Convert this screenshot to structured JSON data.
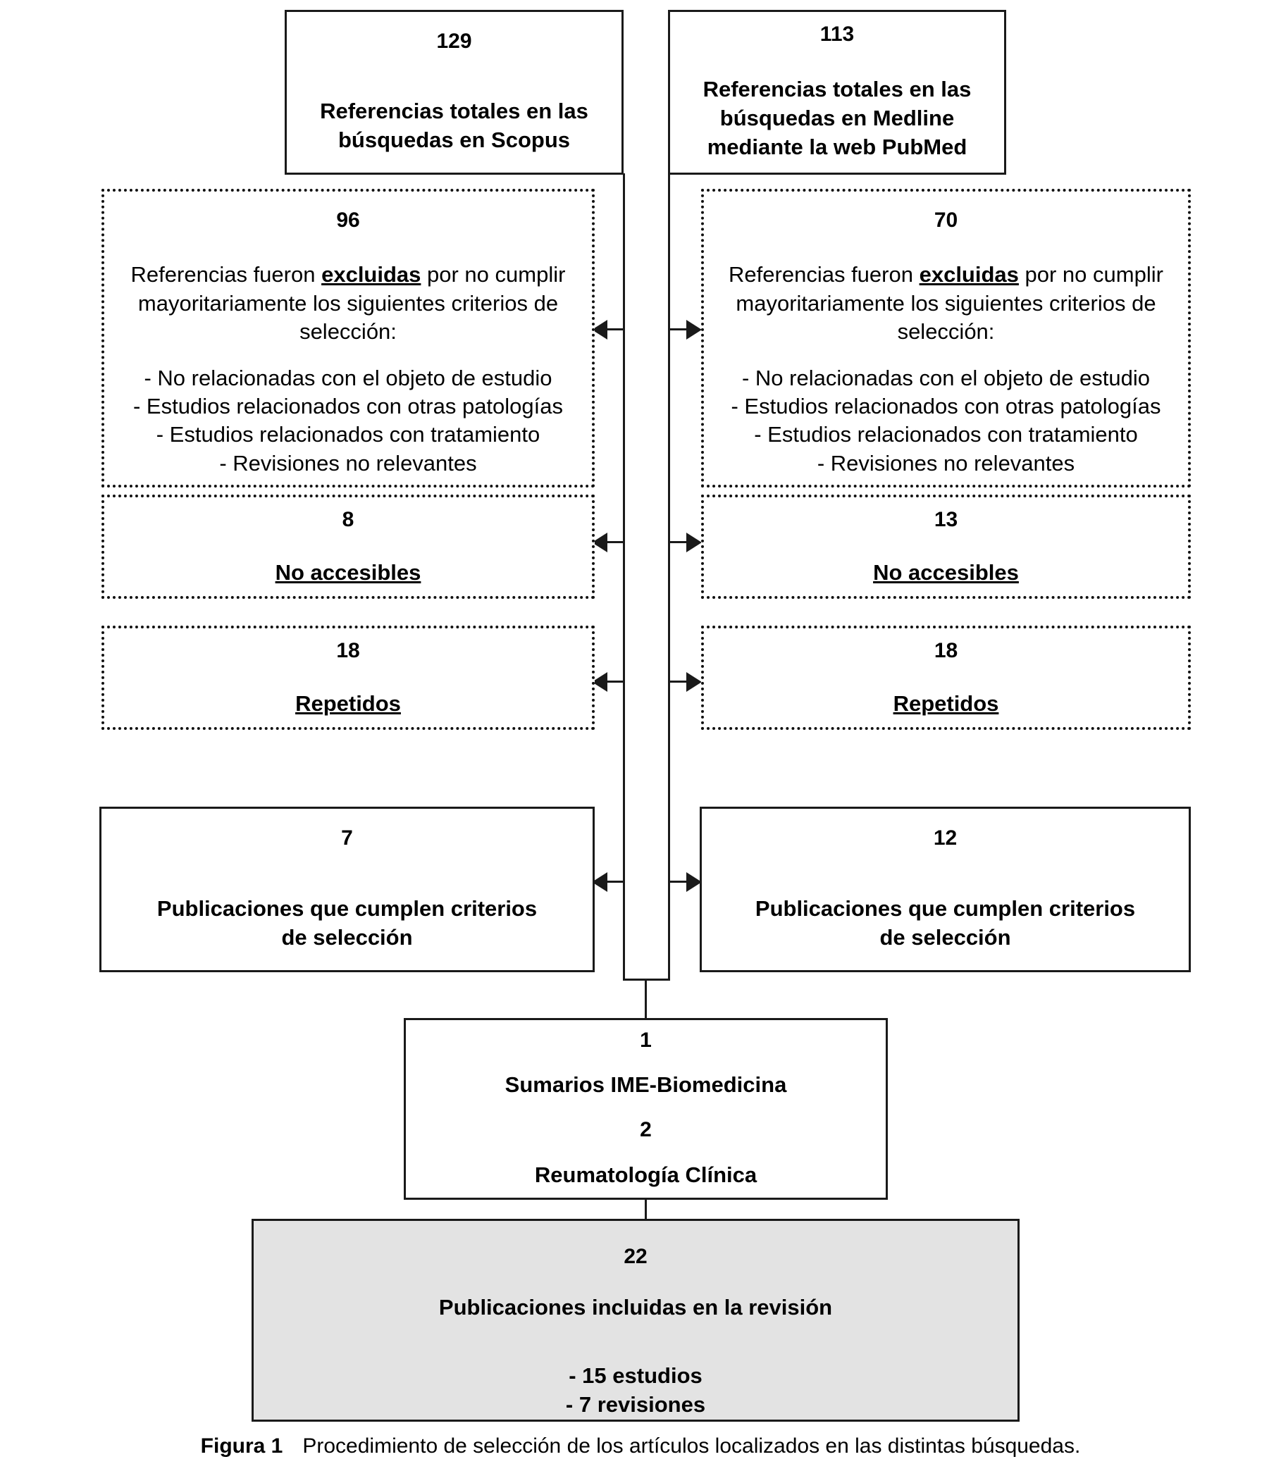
{
  "figure": {
    "label": "Figura 1",
    "caption": "Procedimiento de selección de los artículos localizados en las distintas búsquedas."
  },
  "colors": {
    "line": "#1a1a1a",
    "shaded_fill": "#e3e3e3",
    "page_background": "#ffffff"
  },
  "flow": {
    "sources": [
      {
        "id": "scopus",
        "count": "129",
        "title_line1": "Referencias totales en las",
        "title_line2": "búsquedas en Scopus"
      },
      {
        "id": "pubmed",
        "count": "113",
        "title_line1": "Referencias totales en  las",
        "title_line2": "búsquedas en Medline",
        "title_line3": "mediante la web PubMed"
      }
    ],
    "excluded": {
      "left": {
        "count": "96",
        "text_line1": "Referencias fueron ",
        "text_emph": "excluidas",
        "text_line1_tail": " por no cumplir",
        "text_line2": "mayoritariamente los siguientes criterios de",
        "text_line3": "selección:",
        "criteria": [
          "- No relacionadas con el objeto de estudio",
          "- Estudios relacionados con otras patologías",
          "- Estudios relacionados con tratamiento",
          "- Revisiones no relevantes"
        ]
      },
      "right": {
        "count": "70",
        "text_line1": "Referencias fueron ",
        "text_emph": "excluidas",
        "text_line1_tail": " por no cumplir",
        "text_line2": "mayoritariamente los siguientes criterios de",
        "text_line3": "selección:",
        "criteria": [
          "- No relacionadas con el objeto de estudio",
          "- Estudios relacionados con otras patologías",
          "- Estudios relacionados con tratamiento",
          "- Revisiones no relevantes"
        ]
      }
    },
    "not_accessible": {
      "left": {
        "count": "8",
        "label": "No accesibles"
      },
      "right": {
        "count": "13",
        "label": "No accesibles"
      }
    },
    "duplicates": {
      "left": {
        "count": "18",
        "label": "Repetidos"
      },
      "right": {
        "count": "18",
        "label": "Repetidos"
      }
    },
    "meeting_criteria": {
      "left": {
        "count": "7",
        "label_line1": "Publicaciones que cumplen criterios",
        "label_line2": "de selección"
      },
      "right": {
        "count": "12",
        "label_line1": "Publicaciones que cumplen criterios",
        "label_line2": "de selección"
      }
    },
    "other_sources": {
      "count1": "1",
      "label1": "Sumarios IME-Biomedicina",
      "count2": "2",
      "label2": "Reumatología Clínica"
    },
    "included": {
      "count": "22",
      "label": "Publicaciones incluidas en la revisión",
      "breakdown": [
        "- 15 estudios",
        "- 7 revisiones"
      ]
    }
  }
}
